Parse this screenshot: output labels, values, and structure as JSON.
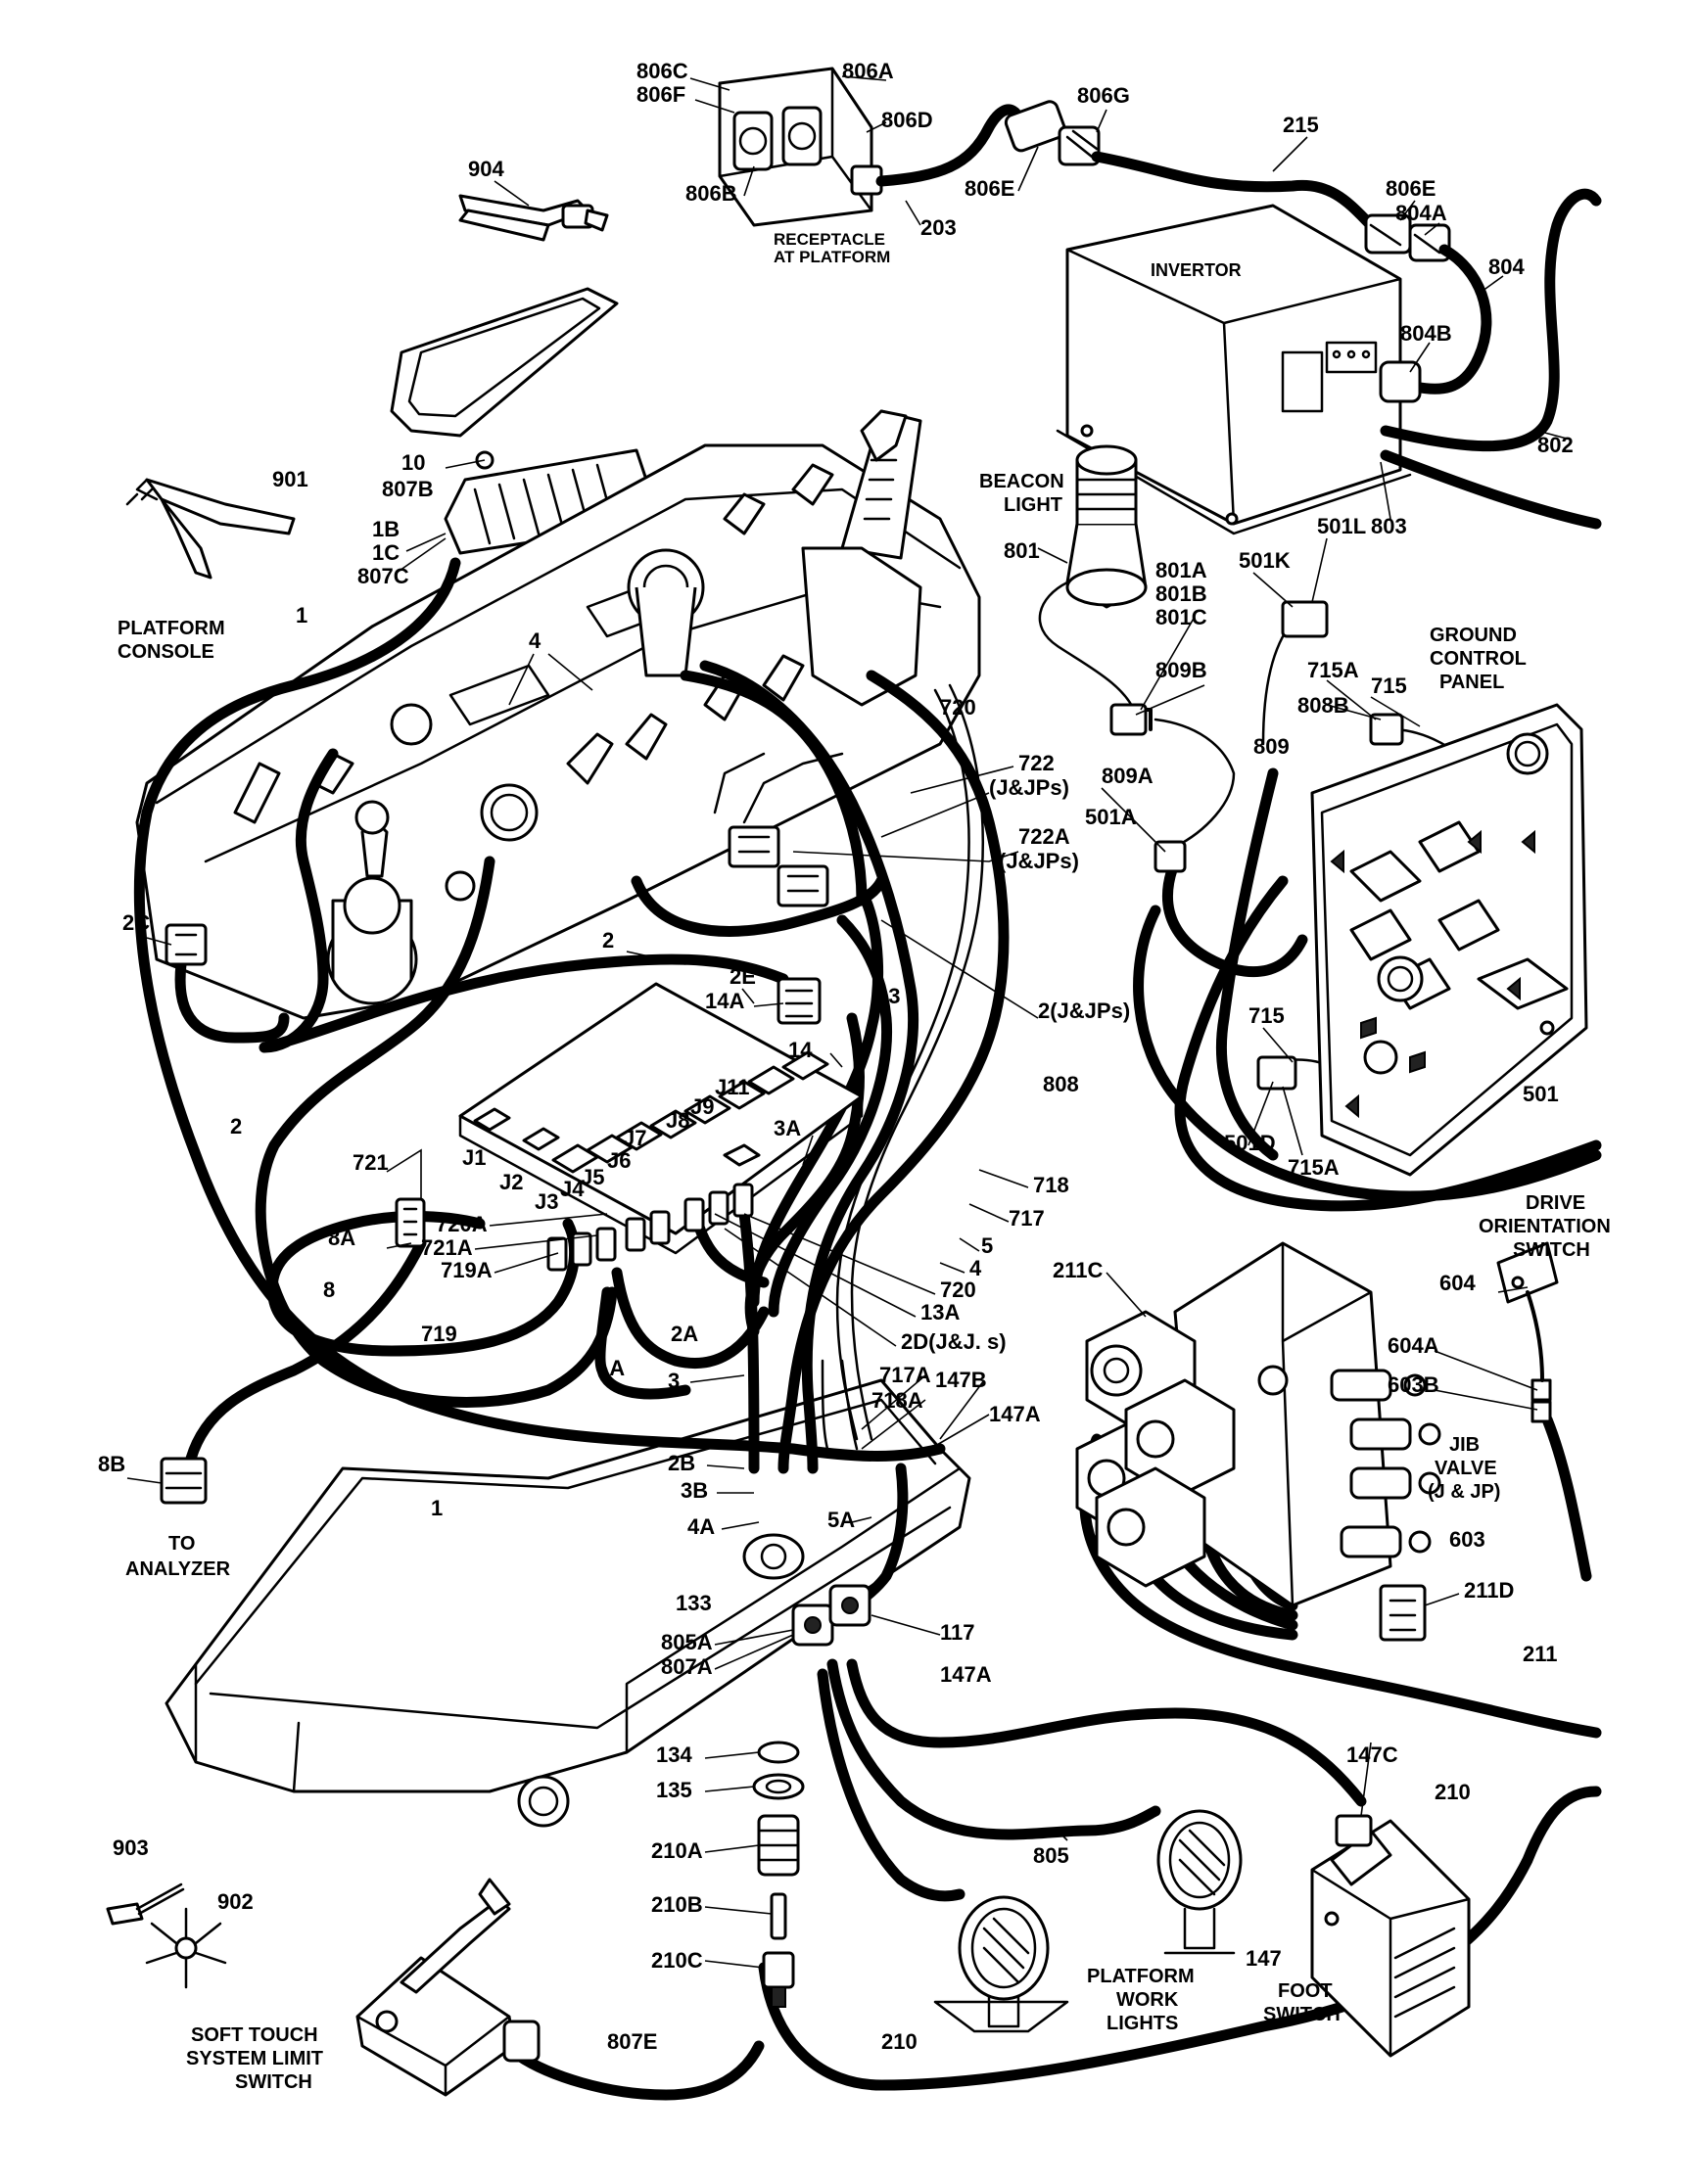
{
  "labels": [
    {
      "id": "l806c",
      "text": "806C"
    },
    {
      "id": "l806f",
      "text": "806F"
    },
    {
      "id": "l806a",
      "text": "806A"
    },
    {
      "id": "l806d",
      "text": "806D"
    },
    {
      "id": "l806b",
      "text": "806B"
    },
    {
      "id": "l806g",
      "text": "806G"
    },
    {
      "id": "l806e1",
      "text": "806E"
    },
    {
      "id": "l203",
      "text": "203"
    },
    {
      "id": "lrec1",
      "text": "RECEPTACLE"
    },
    {
      "id": "lrec2",
      "text": "AT PLATFORM"
    },
    {
      "id": "l215",
      "text": "215"
    },
    {
      "id": "l904",
      "text": "904"
    },
    {
      "id": "l806e2",
      "text": "806E"
    },
    {
      "id": "l804a",
      "text": "804A"
    },
    {
      "id": "l804",
      "text": "804"
    },
    {
      "id": "linv",
      "text": "INVERTOR"
    },
    {
      "id": "l804b",
      "text": "804B"
    },
    {
      "id": "l802",
      "text": "802"
    },
    {
      "id": "l803",
      "text": "803"
    },
    {
      "id": "l10",
      "text": "10"
    },
    {
      "id": "l807b",
      "text": "807B"
    },
    {
      "id": "l901",
      "text": "901"
    },
    {
      "id": "l1b",
      "text": "1B"
    },
    {
      "id": "l1c",
      "text": "1C"
    },
    {
      "id": "l807c",
      "text": "807C"
    },
    {
      "id": "lpc1",
      "text": "PLATFORM"
    },
    {
      "id": "lpc2",
      "text": "CONSOLE"
    },
    {
      "id": "l1a_top",
      "text": "1"
    },
    {
      "id": "lbea1",
      "text": "BEACON"
    },
    {
      "id": "lbea2",
      "text": "LIGHT"
    },
    {
      "id": "l801",
      "text": "801"
    },
    {
      "id": "l801a",
      "text": "801A"
    },
    {
      "id": "l801b",
      "text": "801B"
    },
    {
      "id": "l801c",
      "text": "801C"
    },
    {
      "id": "l501k",
      "text": "501K"
    },
    {
      "id": "l501l",
      "text": "501L"
    },
    {
      "id": "lgcp1",
      "text": "GROUND"
    },
    {
      "id": "lgcp2",
      "text": "CONTROL"
    },
    {
      "id": "lgcp3",
      "text": "PANEL"
    },
    {
      "id": "l809b",
      "text": "809B"
    },
    {
      "id": "l715a1",
      "text": "715A"
    },
    {
      "id": "l715_1",
      "text": "715"
    },
    {
      "id": "l808b",
      "text": "808B"
    },
    {
      "id": "l4_top",
      "text": "4"
    },
    {
      "id": "l720_top",
      "text": "720"
    },
    {
      "id": "l722",
      "text": "722"
    },
    {
      "id": "l722j",
      "text": "(J&JPs)"
    },
    {
      "id": "l809",
      "text": "809"
    },
    {
      "id": "l809a",
      "text": "809A"
    },
    {
      "id": "l501a",
      "text": "501A"
    },
    {
      "id": "l722a",
      "text": "722A"
    },
    {
      "id": "l722aj",
      "text": "(J&JPs)"
    },
    {
      "id": "l2c",
      "text": "2C"
    },
    {
      "id": "l2_mid",
      "text": "2"
    },
    {
      "id": "l2e",
      "text": "2E"
    },
    {
      "id": "l14a",
      "text": "14A"
    },
    {
      "id": "l13",
      "text": "13"
    },
    {
      "id": "l2jj",
      "text": "2(J&JPs)"
    },
    {
      "id": "l14",
      "text": "14"
    },
    {
      "id": "l715_2",
      "text": "715"
    },
    {
      "id": "lj11",
      "text": "J11"
    },
    {
      "id": "lj9",
      "text": "J9"
    },
    {
      "id": "lj8",
      "text": "J8"
    },
    {
      "id": "lj7",
      "text": "J7"
    },
    {
      "id": "lj6",
      "text": "J6"
    },
    {
      "id": "lj5",
      "text": "J5"
    },
    {
      "id": "lj4",
      "text": "J4"
    },
    {
      "id": "lj3",
      "text": "J3"
    },
    {
      "id": "lj2",
      "text": "J2"
    },
    {
      "id": "lj1",
      "text": "J1"
    },
    {
      "id": "l3a",
      "text": "3A"
    },
    {
      "id": "l2_left",
      "text": "2"
    },
    {
      "id": "l721",
      "text": "721"
    },
    {
      "id": "l808",
      "text": "808"
    },
    {
      "id": "l501d",
      "text": "501D"
    },
    {
      "id": "l715a2",
      "text": "715A"
    },
    {
      "id": "l501",
      "text": "501"
    },
    {
      "id": "l718",
      "text": "718"
    },
    {
      "id": "l717",
      "text": "717"
    },
    {
      "id": "l5",
      "text": "5"
    },
    {
      "id": "l4_mid",
      "text": "4"
    },
    {
      "id": "l720_mid",
      "text": "720"
    },
    {
      "id": "l13a",
      "text": "13A"
    },
    {
      "id": "l2d",
      "text": "2D(J&J. s)"
    },
    {
      "id": "l720a",
      "text": "720A"
    },
    {
      "id": "l721a",
      "text": "721A"
    },
    {
      "id": "l719a",
      "text": "719A"
    },
    {
      "id": "l8a",
      "text": "8A"
    },
    {
      "id": "l8",
      "text": "8"
    },
    {
      "id": "l719",
      "text": "719"
    },
    {
      "id": "l1a",
      "text": "1A"
    },
    {
      "id": "l2a",
      "text": "2A"
    },
    {
      "id": "ldos1",
      "text": "DRIVE"
    },
    {
      "id": "ldos2",
      "text": "ORIENTATION"
    },
    {
      "id": "ldos3",
      "text": "SWITCH"
    },
    {
      "id": "l211c",
      "text": "211C"
    },
    {
      "id": "l604",
      "text": "604"
    },
    {
      "id": "l604a",
      "text": "604A"
    },
    {
      "id": "l603b",
      "text": "603B"
    },
    {
      "id": "ljib1",
      "text": "JIB"
    },
    {
      "id": "ljib2",
      "text": "VALVE"
    },
    {
      "id": "ljib3",
      "text": "(J & JP)"
    },
    {
      "id": "l603",
      "text": "603"
    },
    {
      "id": "l3",
      "text": "3"
    },
    {
      "id": "l717a",
      "text": "717A"
    },
    {
      "id": "l718a",
      "text": "718A"
    },
    {
      "id": "l147b",
      "text": "147B"
    },
    {
      "id": "l147a1",
      "text": "147A"
    },
    {
      "id": "l8b",
      "text": "8B"
    },
    {
      "id": "l2b",
      "text": "2B"
    },
    {
      "id": "l3b",
      "text": "3B"
    },
    {
      "id": "l4a",
      "text": "4A"
    },
    {
      "id": "l5a",
      "text": "5A"
    },
    {
      "id": "l1_low",
      "text": "1"
    },
    {
      "id": "lto1",
      "text": "TO"
    },
    {
      "id": "lto2",
      "text": "ANALYZER"
    },
    {
      "id": "l133",
      "text": "133"
    },
    {
      "id": "l117",
      "text": "117"
    },
    {
      "id": "l805a",
      "text": "805A"
    },
    {
      "id": "l807a",
      "text": "807A"
    },
    {
      "id": "l211d",
      "text": "211D"
    },
    {
      "id": "l211",
      "text": "211"
    },
    {
      "id": "l147a2",
      "text": "147A"
    },
    {
      "id": "l134",
      "text": "134"
    },
    {
      "id": "l135",
      "text": "135"
    },
    {
      "id": "l147c",
      "text": "147C"
    },
    {
      "id": "l210_r",
      "text": "210"
    },
    {
      "id": "l903",
      "text": "903"
    },
    {
      "id": "l210a",
      "text": "210A"
    },
    {
      "id": "l805",
      "text": "805"
    },
    {
      "id": "l902",
      "text": "902"
    },
    {
      "id": "l210b",
      "text": "210B"
    },
    {
      "id": "l210c",
      "text": "210C"
    },
    {
      "id": "lpwl1",
      "text": "PLATFORM"
    },
    {
      "id": "lpwl2",
      "text": "WORK"
    },
    {
      "id": "lpwl3",
      "text": "LIGHTS"
    },
    {
      "id": "l147",
      "text": "147"
    },
    {
      "id": "lfs1",
      "text": "FOOT"
    },
    {
      "id": "lfs2",
      "text": "SWITCH"
    },
    {
      "id": "lst1",
      "text": "SOFT TOUCH"
    },
    {
      "id": "lst2",
      "text": "SYSTEM LIMIT"
    },
    {
      "id": "lst3",
      "text": "SWITCH"
    },
    {
      "id": "l807e",
      "text": "807E"
    },
    {
      "id": "l210_b",
      "text": "210"
    }
  ]
}
